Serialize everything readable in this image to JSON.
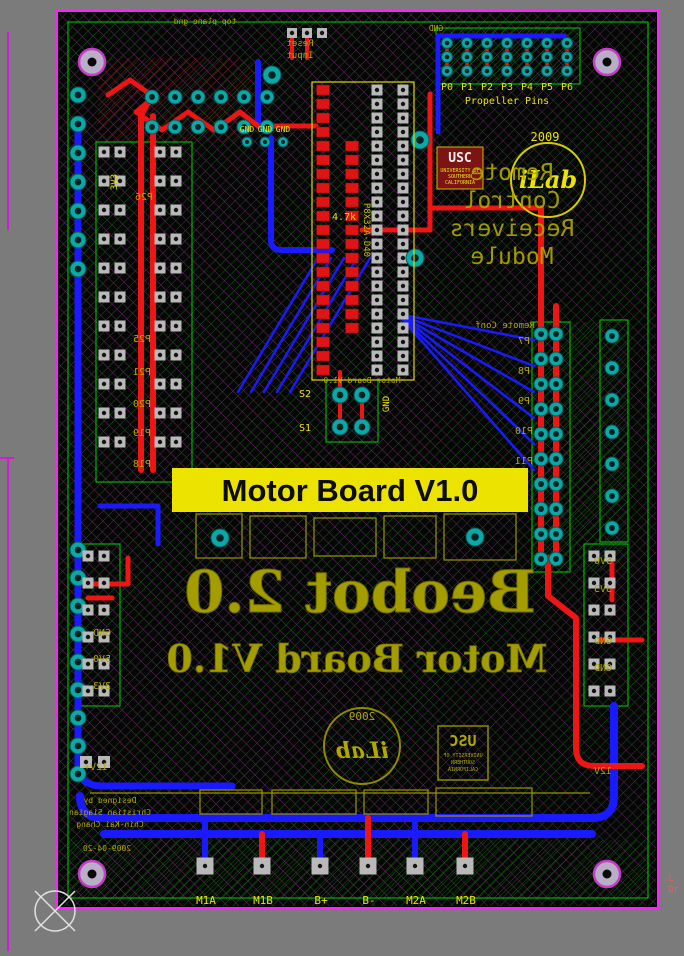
{
  "colors": {
    "bg": "#7b7b7b",
    "board": "#060606",
    "outline": "#ff20ff",
    "trace_top": "#ee1515",
    "trace_bottom": "#1a1aff",
    "pour_green": "#00d000",
    "pad_teal": "#0ba8a8",
    "pad_gray": "#b9b9b9",
    "silk_top": "#ece400",
    "silk_bottom": "#b0a800",
    "usc_red": "#7d1414"
  },
  "title_box": {
    "label": "Motor Board V1.0"
  },
  "top_silk": {
    "year": "2009",
    "ilab": "iLab",
    "usc": "USC",
    "usc_lines": [
      "UNIVERSITY OF",
      "SOUTHERN",
      "CALIFORNIA"
    ],
    "propeller_pins": "Propeller Pins",
    "propeller_ports": [
      "P0",
      "P1",
      "P2",
      "P3",
      "P4",
      "P5",
      "P6"
    ],
    "remote_module": [
      "Remote",
      "Control",
      "Receivers",
      "Module"
    ],
    "remote_conf": "Remote Conf",
    "reset": "Reset",
    "input": "Input",
    "gnd": "GND",
    "gnd_triple": [
      "GND",
      "GND",
      "GND"
    ],
    "rail": "3V3",
    "resistor": "4.7k",
    "s2": "S2",
    "s1": "S1",
    "gnd_vertical": "GND",
    "chip": "P8X32A-D40",
    "motor_small": "Motor Board V1.0",
    "corner_note": "top plane gnd"
  },
  "bottom_silk": {
    "beobot": "Beobot 2.0",
    "motor": "Motor Board V1.0",
    "year": "2009",
    "ilab": "iLab",
    "usc": "USC",
    "usc_lines": [
      "UNIVERSITY OF",
      "SOUTHERN",
      "CALIFORNIA"
    ]
  },
  "pins": {
    "left": [
      "P26",
      "P25",
      "P21",
      "P20",
      "P19",
      "P18"
    ],
    "right": [
      "P7",
      "P8",
      "P9",
      "P10",
      "P11"
    ],
    "power_left": [
      "GND",
      "5V0",
      "3V3"
    ],
    "power_left_12v": "12V+",
    "power_right": [
      "5V0",
      "3V3",
      "GND",
      "GND",
      "12V"
    ]
  },
  "connectors": {
    "bottom": [
      "M1A",
      "M1B",
      "B+",
      "B-",
      "M2A",
      "M2B"
    ]
  },
  "credits": {
    "lines": [
      "Designed by",
      "Christian Siagian",
      "Chin-Kai Chang"
    ],
    "date": "2009-04-20"
  },
  "edge_text": {
    "l1": ".L",
    "l2": "Dr"
  }
}
